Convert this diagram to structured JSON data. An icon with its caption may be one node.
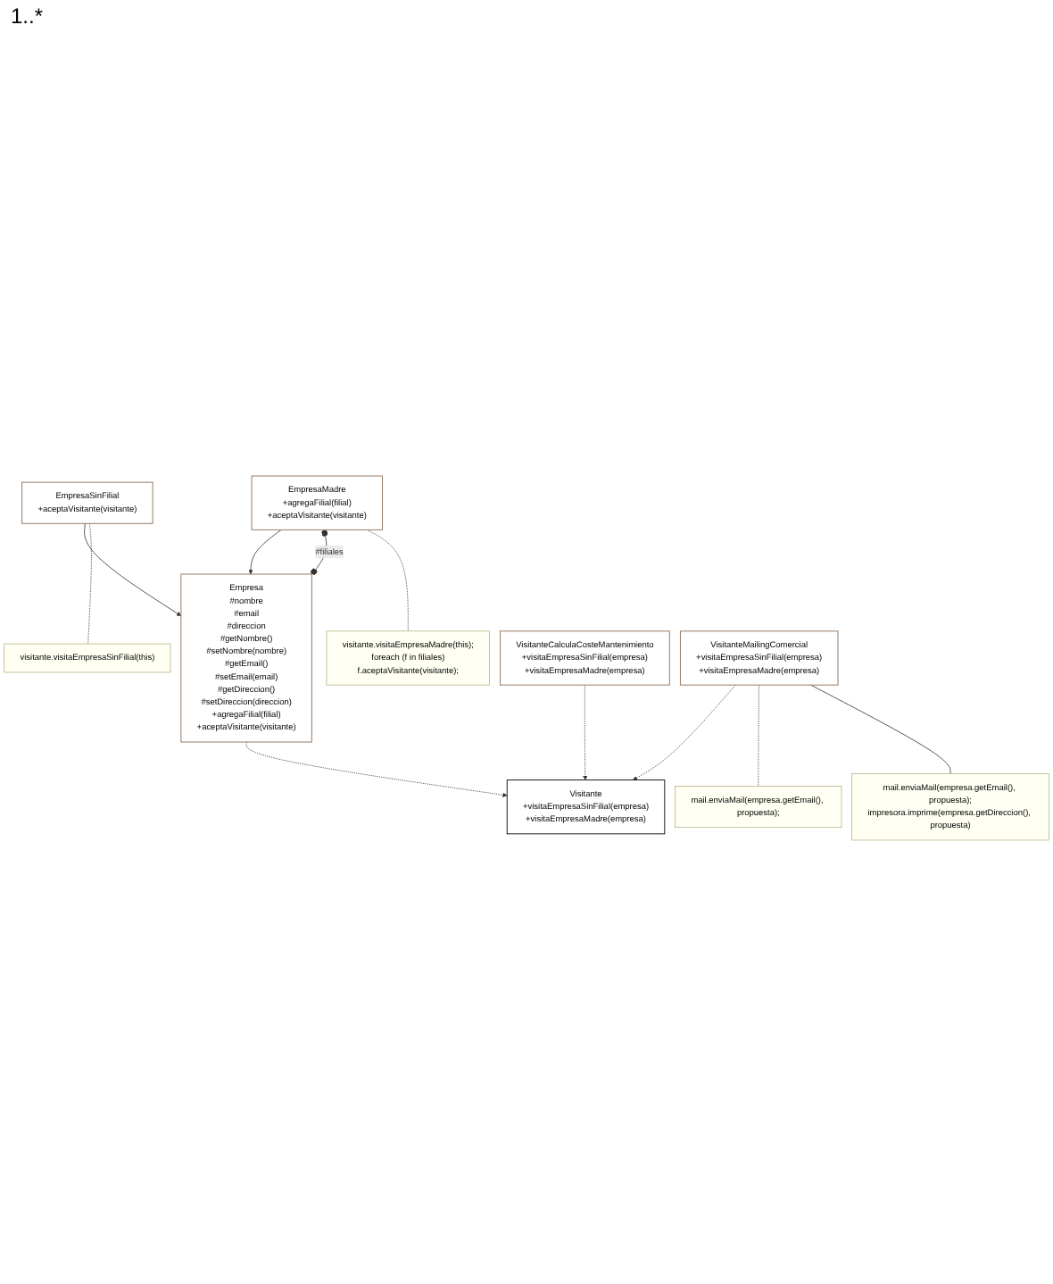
{
  "diagram": {
    "nodes": [
      {
        "text": [
          "Empresa",
          "#nombre",
          "#email",
          "#direccion",
          "#getNombre()",
          "#setNombre(nombre)",
          "#getEmail()",
          "#setEmail(email)",
          "#getDireccion()",
          "#setDireccion(direccion)",
          "+agregaFilial(filial)",
          "+aceptaVisitante(visitante)"
        ]
      },
      {
        "text": [
          "EmpresaSinFilial",
          "+aceptaVisitante(visitante)"
        ]
      },
      {
        "text": [
          "EmpresaMadre",
          "+agregaFilial(filial)",
          "+aceptaVisitante(visitante)"
        ]
      },
      {
        "text": [
          "visitante.visitaEmpresaSinFilial(this)"
        ]
      },
      {
        "text": [
          "visitante.visitaEmpresaMadre(this);",
          "foreach (f in filiales)",
          "f.aceptaVisitante(visitante);"
        ]
      },
      {
        "text": [
          "Visitante",
          "+visitaEmpresaSinFilial(empresa)",
          "+visitaEmpresaMadre(empresa)"
        ]
      },
      {
        "text": [
          "VisitanteCalculaCosteMantenimiento",
          "+visitaEmpresaSinFilial(empresa)",
          "+visitaEmpresaMadre(empresa)"
        ]
      },
      {
        "text": [
          "VisitanteMailingComercial",
          "+visitaEmpresaSinFilial(empresa)",
          "+visitaEmpresaMadre(empresa)"
        ]
      },
      {
        "text": [
          "mail.enviaMail(empresa.getEmail(), propuesta);"
        ]
      },
      {
        "text": [
          "mail.enviaMail(empresa.getEmail(), propuesta);",
          "impresora.imprime(empresa.getDireccion(), propuesta)"
        ]
      }
    ],
    "edges": [
      {
        "from": 1,
        "to": 0,
        "arrow": "to"
      },
      {
        "from": 2,
        "to": 0,
        "arrow": "to"
      },
      {
        "from": 2,
        "to": 0,
        "arrow": "other",
        "label": "#filiales"
      },
      {
        "from": 1,
        "to": 3,
        "arrow": "none",
        "style": "dashed"
      },
      {
        "from": 2,
        "to": 4,
        "arrow": "none",
        "style": "dashed"
      },
      {
        "from": 0,
        "to": 5,
        "arrow": "to",
        "style": "dashed"
      },
      {
        "from": 6,
        "to": 5,
        "arrow": "to",
        "style": "dashed"
      },
      {
        "from": 7,
        "to": 5,
        "arrow": "to",
        "style": "dashed"
      },
      {
        "from": 7,
        "to": 8,
        "arrow": "none",
        "style": "dashed"
      },
      {
        "from": 7,
        "to": 9,
        "arrow": "none"
      }
    ],
    "labels": [
      "1..*"
    ]
  }
}
